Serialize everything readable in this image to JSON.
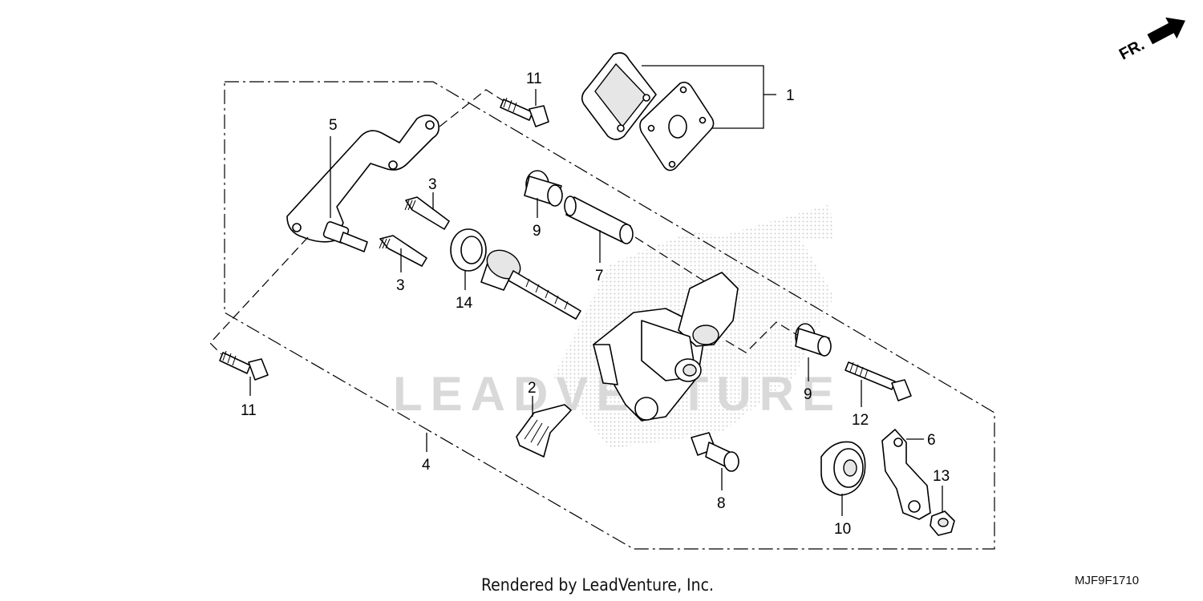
{
  "diagram": {
    "direction_label": "FR.",
    "watermark": "LEADVENTURE",
    "callouts": {
      "c1": "1",
      "c2": "2",
      "c3a": "3",
      "c3b": "3",
      "c4": "4",
      "c5": "5",
      "c6": "6",
      "c7": "7",
      "c8": "8",
      "c9a": "9",
      "c9b": "9",
      "c10": "10",
      "c11a": "11",
      "c11b": "11",
      "c12": "12",
      "c13": "13",
      "c14": "14"
    },
    "footer": "Rendered by LeadVenture, Inc.",
    "code": "MJF9F1710"
  }
}
